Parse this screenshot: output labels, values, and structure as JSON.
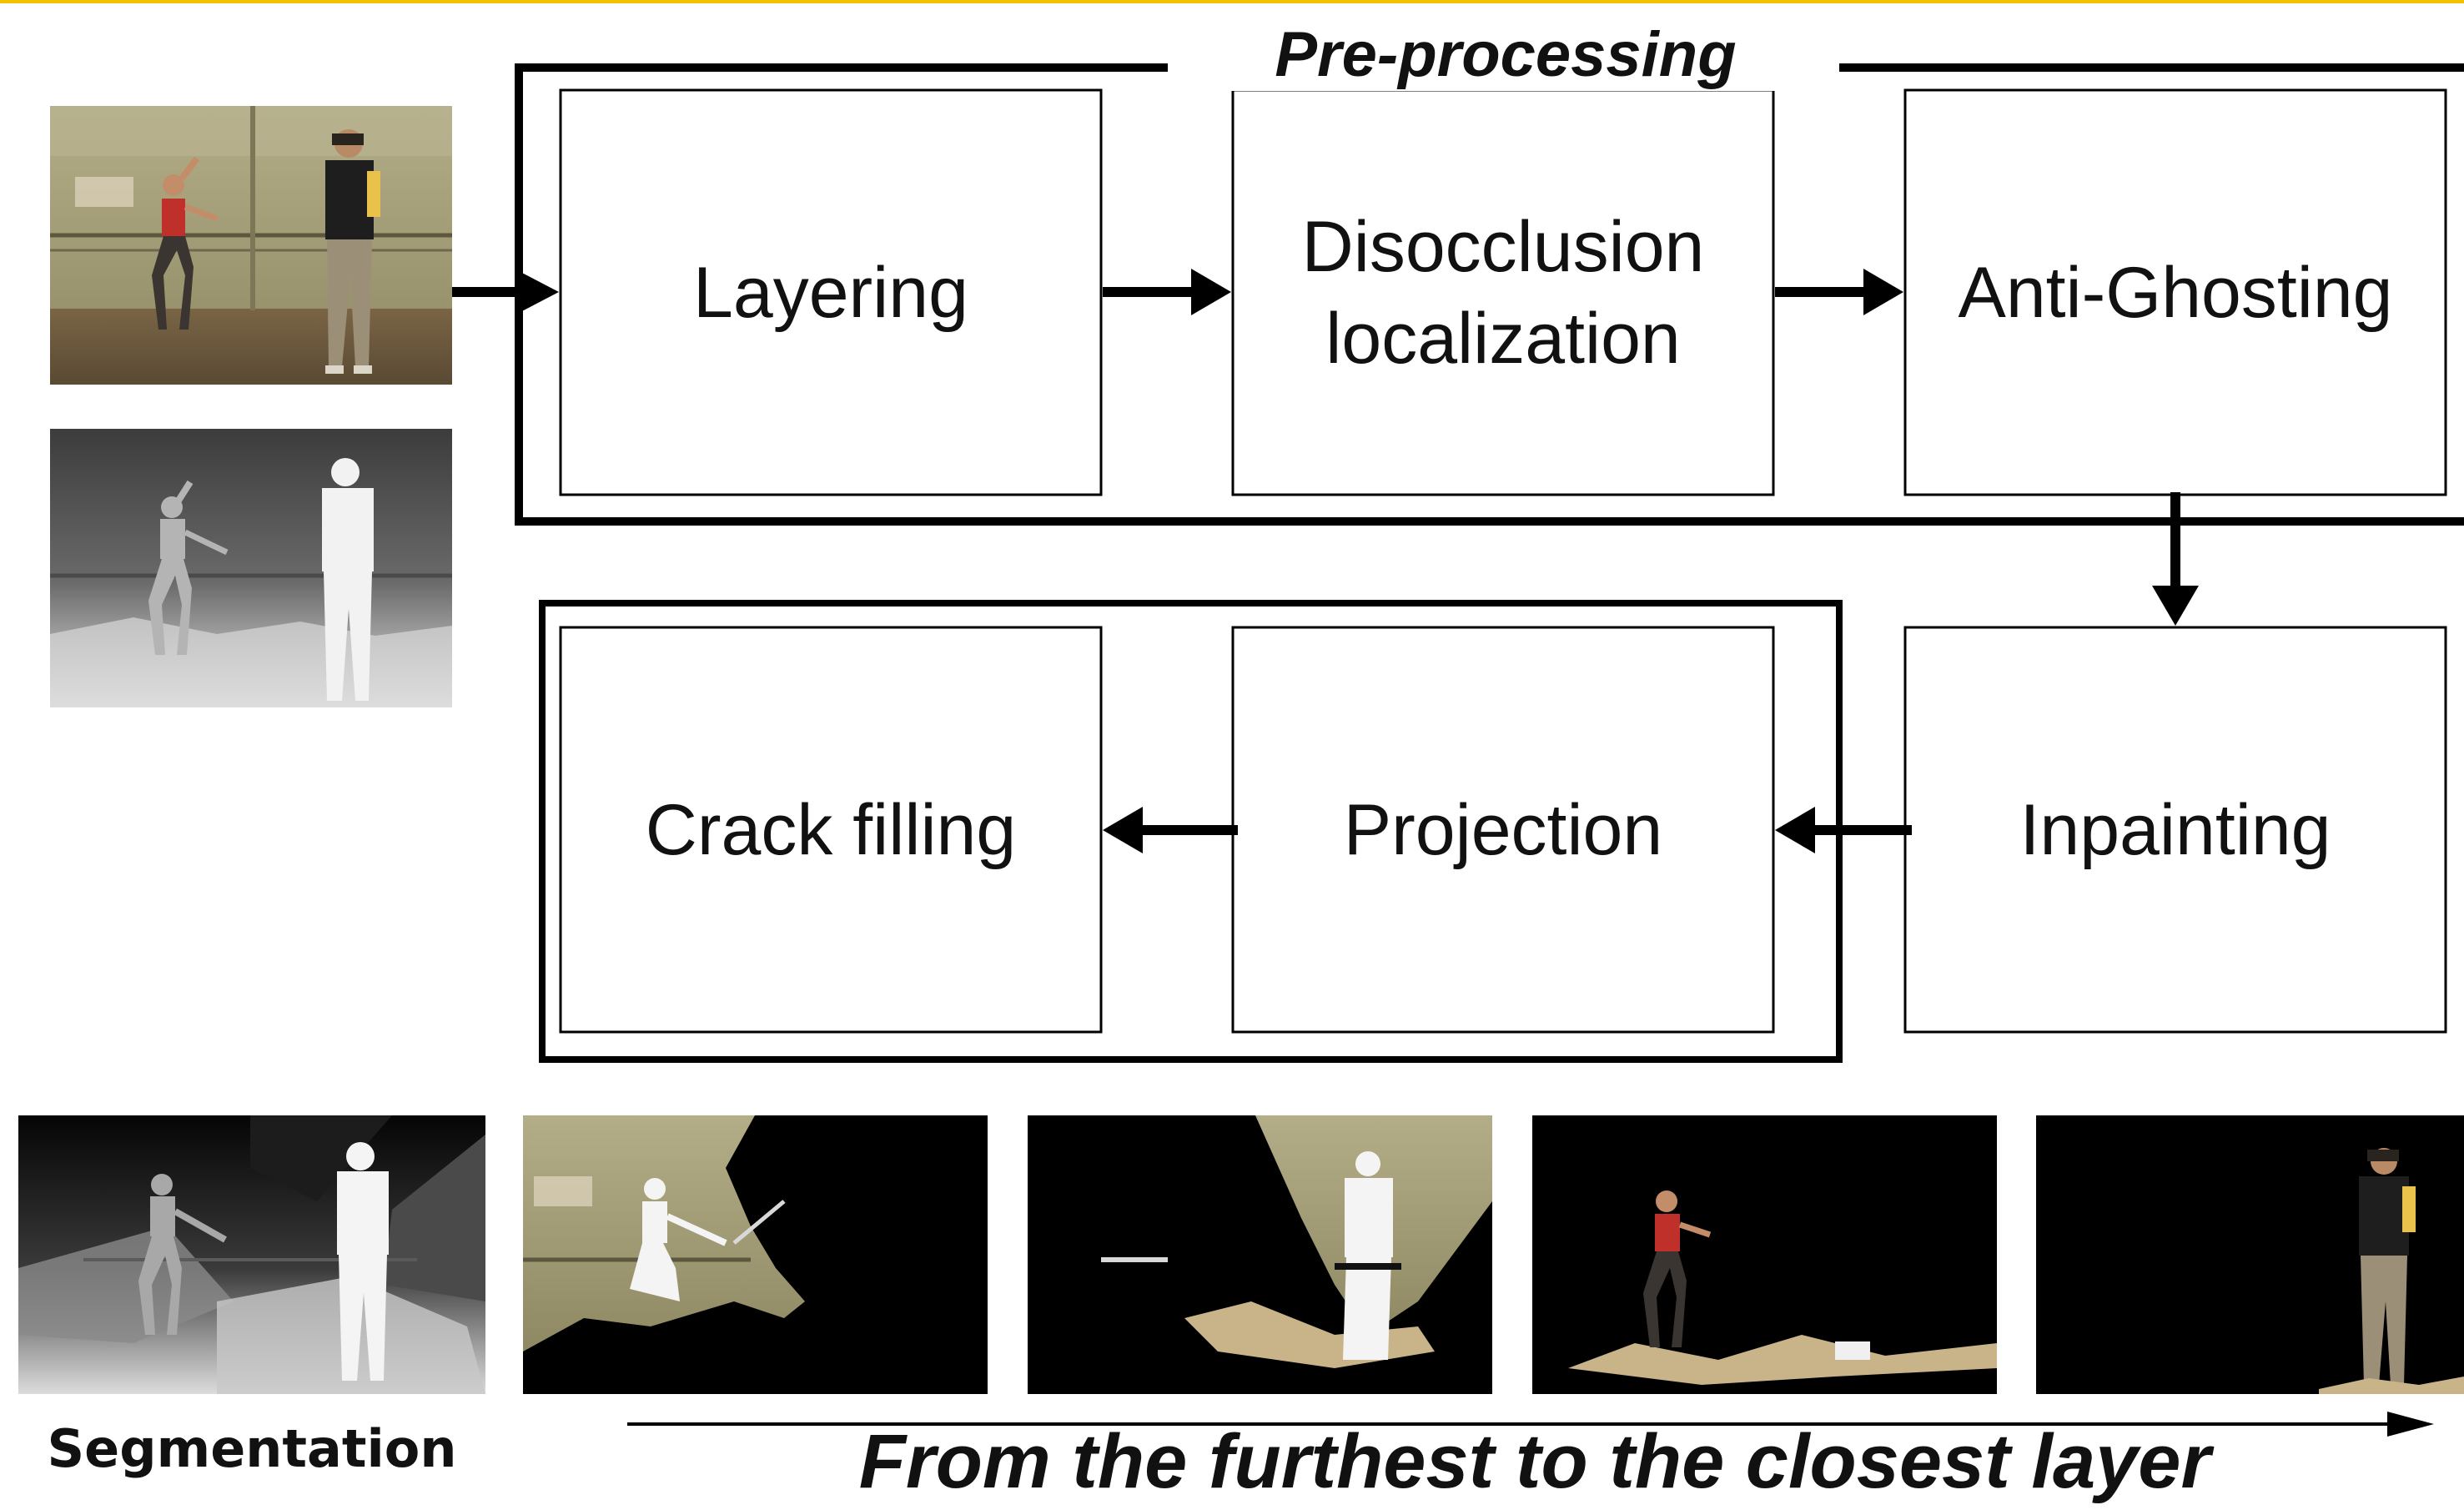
{
  "preprocessing_title": "Pre-processing",
  "boxes": {
    "layering": "Layering",
    "disocclusion_line1": "Disocclusion",
    "disocclusion_line2": "localization",
    "anti_ghosting": "Anti-Ghosting",
    "inpainting": "Inpainting",
    "projection": "Projection",
    "crack_filling": "Crack filling"
  },
  "segmentation_label": "Segmentation",
  "direction_label": "From the furthest to the closest layer",
  "colors": {
    "accent": "#f2c200",
    "line": "#000000",
    "wall": "#a8a27c",
    "floor": "#6f5a3c",
    "shirt_red": "#c0302b",
    "depth_light": "#e8e8e8"
  },
  "icons": {
    "input_color": "input-color-photo",
    "input_depth": "input-depth-map",
    "segmentation": "segmentation-map",
    "layers": [
      "layer-1-thumbnail",
      "layer-2-thumbnail",
      "layer-3-thumbnail",
      "layer-4-thumbnail"
    ]
  }
}
